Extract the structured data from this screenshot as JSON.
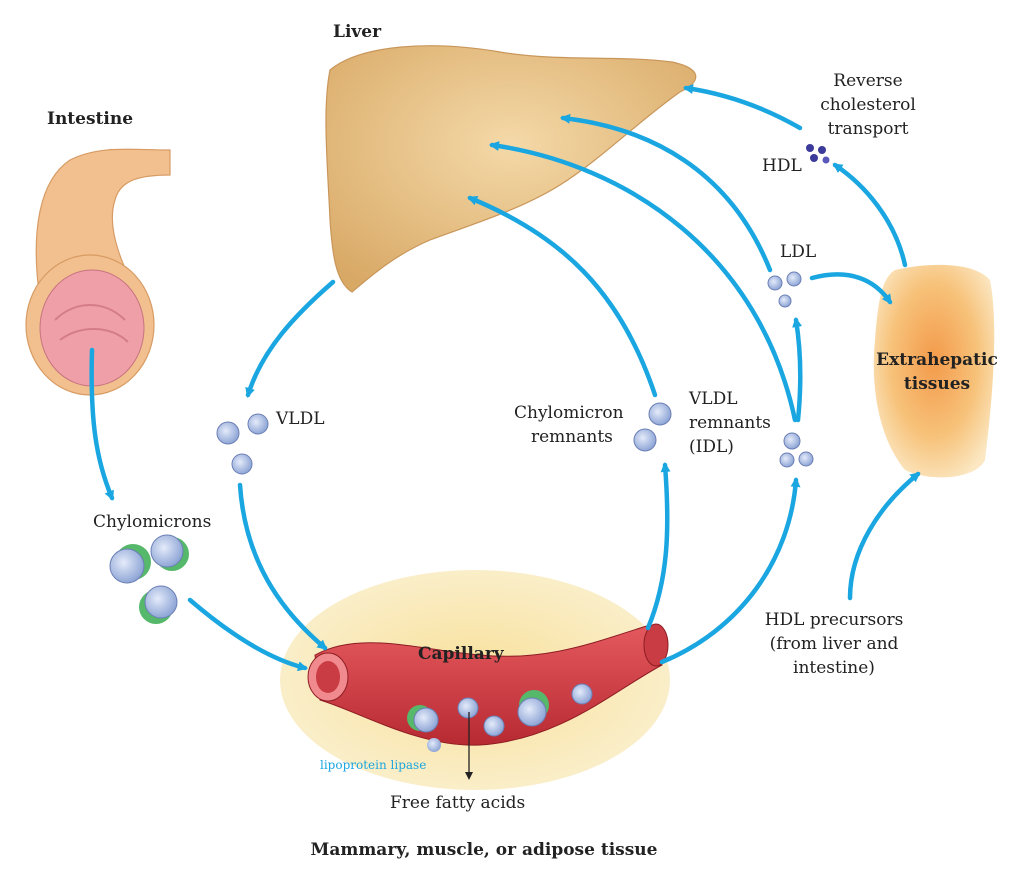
{
  "labels": {
    "liver": "Liver",
    "intestine": "Intestine",
    "extrahepatic_1": "Extrahepatic",
    "extrahepatic_2": "tissues",
    "reverse_1": "Reverse",
    "reverse_2": "cholesterol",
    "reverse_3": "transport",
    "hdl": "HDL",
    "ldl": "LDL",
    "vldl": "VLDL",
    "vldl_remnants_1": "VLDL",
    "vldl_remnants_2": "remnants",
    "vldl_remnants_3": "(IDL)",
    "chylo_remnants_1": "Chylomicron",
    "chylo_remnants_2": "remnants",
    "chylomicrons": "Chylomicrons",
    "capillary": "Capillary",
    "lipoprotein_lipase": "lipoprotein lipase",
    "free_fatty_acids": "Free fatty acids",
    "hdl_precursors_1": "HDL precursors",
    "hdl_precursors_2": "(from liver and",
    "hdl_precursors_3": "intestine)",
    "tissue_caption": "Mammary, muscle, or adipose tissue"
  },
  "colors": {
    "arrow": "#1aa6e0",
    "liver": "#e8c48e",
    "intestine_outer": "#f2c08f",
    "intestine_inner": "#ee9fa8",
    "capillary": "#d9343b",
    "tissue_pad": "#f6e3a4",
    "extrahepatic": "#f6b46a",
    "particle": "#b8c8ea",
    "apoprotein": "#56b86a",
    "hdl_particle": "#3c3a9a"
  }
}
